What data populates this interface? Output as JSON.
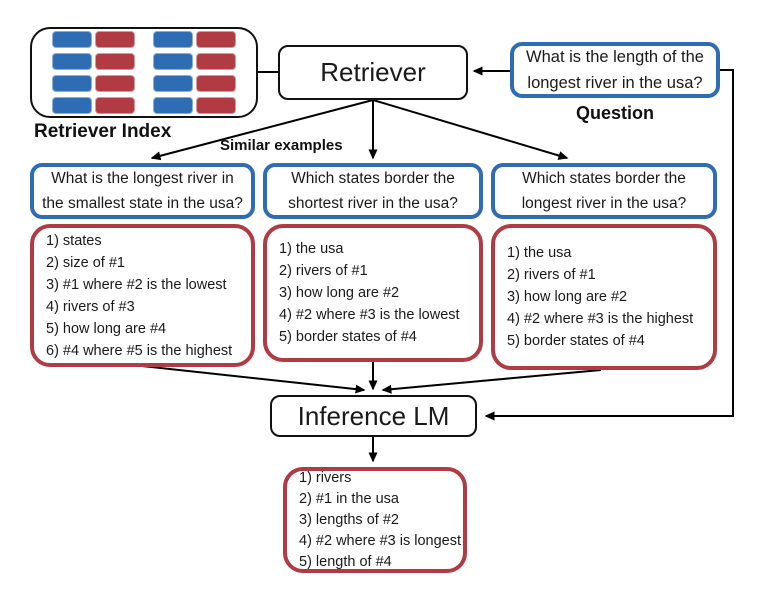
{
  "colors": {
    "blue": "#2e6db4",
    "red": "#b03b43",
    "line": "#000000"
  },
  "index": {
    "label": "Retriever Index",
    "pill_columns": [
      "blue",
      "red",
      "blue",
      "red"
    ],
    "pill_rows": 4
  },
  "retriever": {
    "label": "Retriever"
  },
  "question": {
    "lines": [
      "What is the length of the",
      "longest river in the usa?"
    ],
    "label": "Question"
  },
  "similar_examples_label": "Similar examples",
  "examples": [
    {
      "lines": [
        "What is the longest river in",
        "the smallest state in the usa?"
      ],
      "steps": [
        "1) states",
        "2) size of #1",
        "3) #1 where #2 is the lowest",
        "4) rivers of #3",
        "5) how long are #4",
        "6) #4 where #5 is the highest"
      ]
    },
    {
      "lines": [
        "Which states border the",
        "shortest river in the usa?"
      ],
      "steps": [
        "1) the usa",
        "2) rivers of #1",
        "3) how long are #2",
        "4) #2 where #3 is the lowest",
        "5) border states of #4"
      ]
    },
    {
      "lines": [
        "Which states border the",
        "longest river in the usa?"
      ],
      "steps": [
        "1) the usa",
        "2) rivers of #1",
        "3) how long are #2",
        "4) #2 where #3 is the highest",
        "5) border states of #4"
      ]
    }
  ],
  "inference": {
    "label": "Inference LM"
  },
  "output": {
    "steps": [
      "1) rivers",
      "2) #1 in the usa",
      "3) lengths of #2",
      "4) #2 where #3 is longest",
      "5) length of #4"
    ]
  }
}
